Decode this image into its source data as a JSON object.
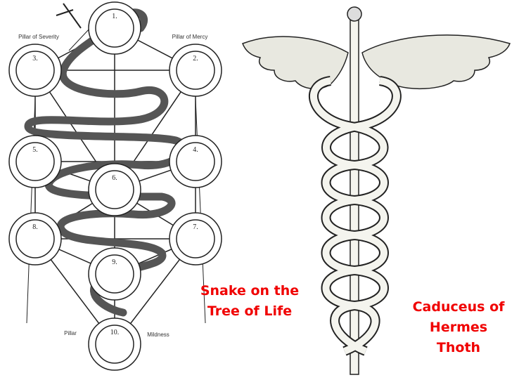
{
  "left_figure": {
    "pillars": {
      "severity": "Pillar of Severity",
      "mercy": "Pillar of Mercy",
      "left_bottom": "Pillar",
      "mildness": "Mildness"
    },
    "sephirot": [
      "1.",
      "2.",
      "3.",
      "4.",
      "5.",
      "6.",
      "7.",
      "8.",
      "9.",
      "10."
    ],
    "caption": [
      "Snake on the",
      "Tree of Life"
    ]
  },
  "right_figure": {
    "caption": [
      "Caduceus of",
      "Hermes",
      "Thoth"
    ]
  },
  "colors": {
    "caption": "#f00000",
    "ink": "#222222",
    "snake": "#555555"
  }
}
